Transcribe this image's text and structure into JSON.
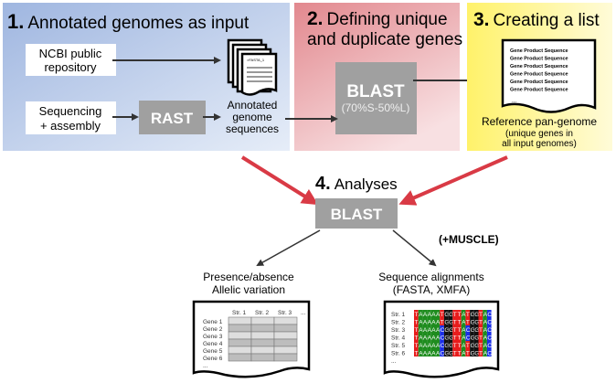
{
  "panel1": {
    "number": "1.",
    "title": "Annotated genomes as input",
    "ncbi": [
      "NCBI public",
      "repository"
    ],
    "sequencing": [
      "Sequencing",
      "+ assembly"
    ],
    "rast": "RAST",
    "fasta_header": ">FASTA_1",
    "output": [
      "Annotated",
      "genome",
      "sequences"
    ]
  },
  "panel2": {
    "number": "2.",
    "title": [
      "Defining unique",
      "and duplicate genes"
    ],
    "blast": "BLAST",
    "params": "(70%S-50%L)"
  },
  "panel3": {
    "number": "3.",
    "title": "Creating a list",
    "list_rows": [
      "Gene  Product  Sequence",
      "Gene  Product  Sequence",
      "Gene  Product  Sequence",
      "Gene  Product  Sequence",
      "Gene  Product  Sequence",
      "Gene  Product  Sequence"
    ],
    "ellipsis": "...",
    "label": "Reference pan-genome",
    "sublabel": [
      "(unique genes in",
      "all input genomes)"
    ]
  },
  "panel4": {
    "number": "4.",
    "title": "Analyses",
    "blast": "BLAST",
    "muscle": "(+MUSCLE)",
    "left_label": [
      "Presence/absence",
      "Allelic variation"
    ],
    "right_label": [
      "Sequence alignments",
      "(FASTA, XMFA)"
    ],
    "table_cols": [
      "Str. 1",
      "Str. 2",
      "Str. 3",
      "..."
    ],
    "table_rows": [
      "Gene 1",
      "Gene 2",
      "Gene 3",
      "Gene 4",
      "Gene 5",
      "Gene 6",
      "..."
    ],
    "strains": [
      "Str. 1",
      "Str. 2",
      "Str. 3",
      "Str. 4",
      "Str. 5",
      "Str. 6",
      "..."
    ],
    "sequences": [
      "TAAAAATGGTTATGGTAC",
      "TAAAAATGGTTATGGTAC",
      "TAAAAACGGTTACGGTAC",
      "TAAAAACGGTTACGGTAC",
      "TAAAAACGGTTATGGTAC",
      "TAAAAACGGTTATGGTAC"
    ]
  },
  "colors": {
    "panel1": "#b8cbe8",
    "panel2": "#e8a0a4",
    "panel3": "#fff27a",
    "gray_box": "#a0a0a0",
    "red_arrow": "#d93a45",
    "A": "#1e8c1e",
    "T": "#e81c1c",
    "G": "#111111",
    "C": "#1a2ee8"
  }
}
